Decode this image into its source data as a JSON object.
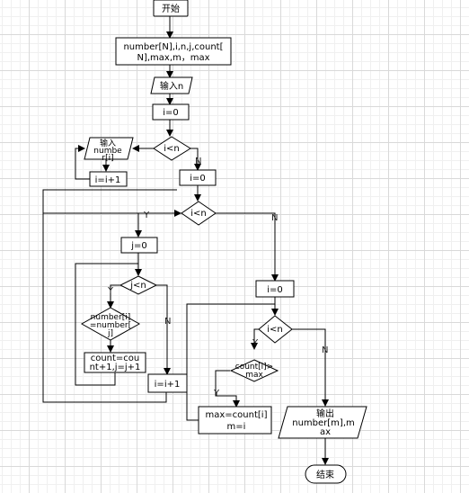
{
  "diagram": {
    "start_label": "开始",
    "declare_label_1": "number[N],i,n,j,count[",
    "declare_label_2": "N],max,m，max",
    "input_n_label": "输入n",
    "init_i_1": "i=0",
    "cond_i_lt_n_1": "i<n",
    "input_number_1": "输入",
    "input_number_2": "numbe",
    "input_number_3": "r[i]",
    "inc_i_1": "i=i+1",
    "init_i_2": "i=0",
    "cond_i_lt_n_2": "i<n",
    "init_j": "j=0",
    "cond_j_lt_n": "j<n",
    "cond_eq_1": "number[i]",
    "cond_eq_2": "=number[",
    "cond_eq_3": "j]",
    "count_1": "count=cou",
    "count_2": "nt+1,j=j+1",
    "inc_i_2": "i=i+1",
    "init_i_3": "i=0",
    "cond_i_lt_n_3": "i<n",
    "cond_max_1": "count[i]>",
    "cond_max_2": "max",
    "assign_max_1": "max=count[i]",
    "assign_max_2": "m=i",
    "output_1": "输出",
    "output_2": "number[m],m",
    "output_3": "ax",
    "end_label": "结束",
    "edge_yes": "Y",
    "edge_no": "N"
  }
}
